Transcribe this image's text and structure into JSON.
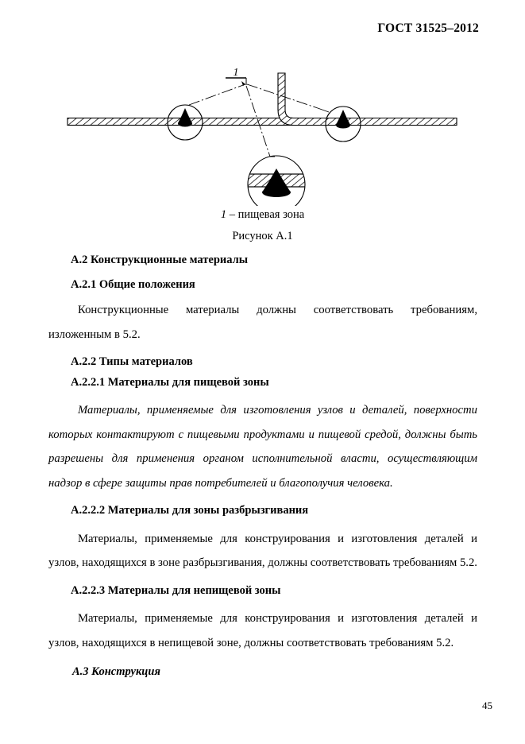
{
  "document": {
    "header_standard": "ГОСТ 31525–2012",
    "page_number": "45"
  },
  "figure": {
    "callout_label": "1",
    "legend_number": "1",
    "legend_dash": "–",
    "legend_text": "пищевая зона",
    "caption": "Рисунок А.1"
  },
  "sections": {
    "a2_heading": "А.2 Конструкционные материалы",
    "a2_1_heading": "А.2.1 Общие положения",
    "a2_1_text": "Конструкционные материалы должны соответствовать требованиям, изложенным в  5.2.",
    "a2_2_heading": "А.2.2 Типы материалов",
    "a2_2_1_heading": "А.2.2.1 Материалы для пищевой зоны",
    "a2_2_1_text": "Материалы, применяемые для изготовления узлов и деталей, поверхности которых контактируют с пищевыми продуктами и пищевой средой, должны быть разрешены для применения органом исполнительной власти, осуществляющим надзор в сфере защиты прав потребителей и благополучия человека.",
    "a2_2_2_heading": "А.2.2.2 Материалы для зоны разбрызгивания",
    "a2_2_2_text": "Материалы, применяемые для конструирования и изготовления деталей и узлов, находящихся в зоне разбрызгивания, должны соответствовать требованиям 5.2.",
    "a2_2_3_heading": "А.2.2.3 Материалы для непищевой зоны",
    "a2_2_3_text": "Материалы, применяемые для конструирования и изготовления деталей и узлов, находящихся в непищевой зоне, должны соответствовать требованиям  5.2.",
    "a3_heading": "А.3 Конструкция"
  },
  "colors": {
    "ink": "#000000",
    "paper": "#ffffff"
  }
}
